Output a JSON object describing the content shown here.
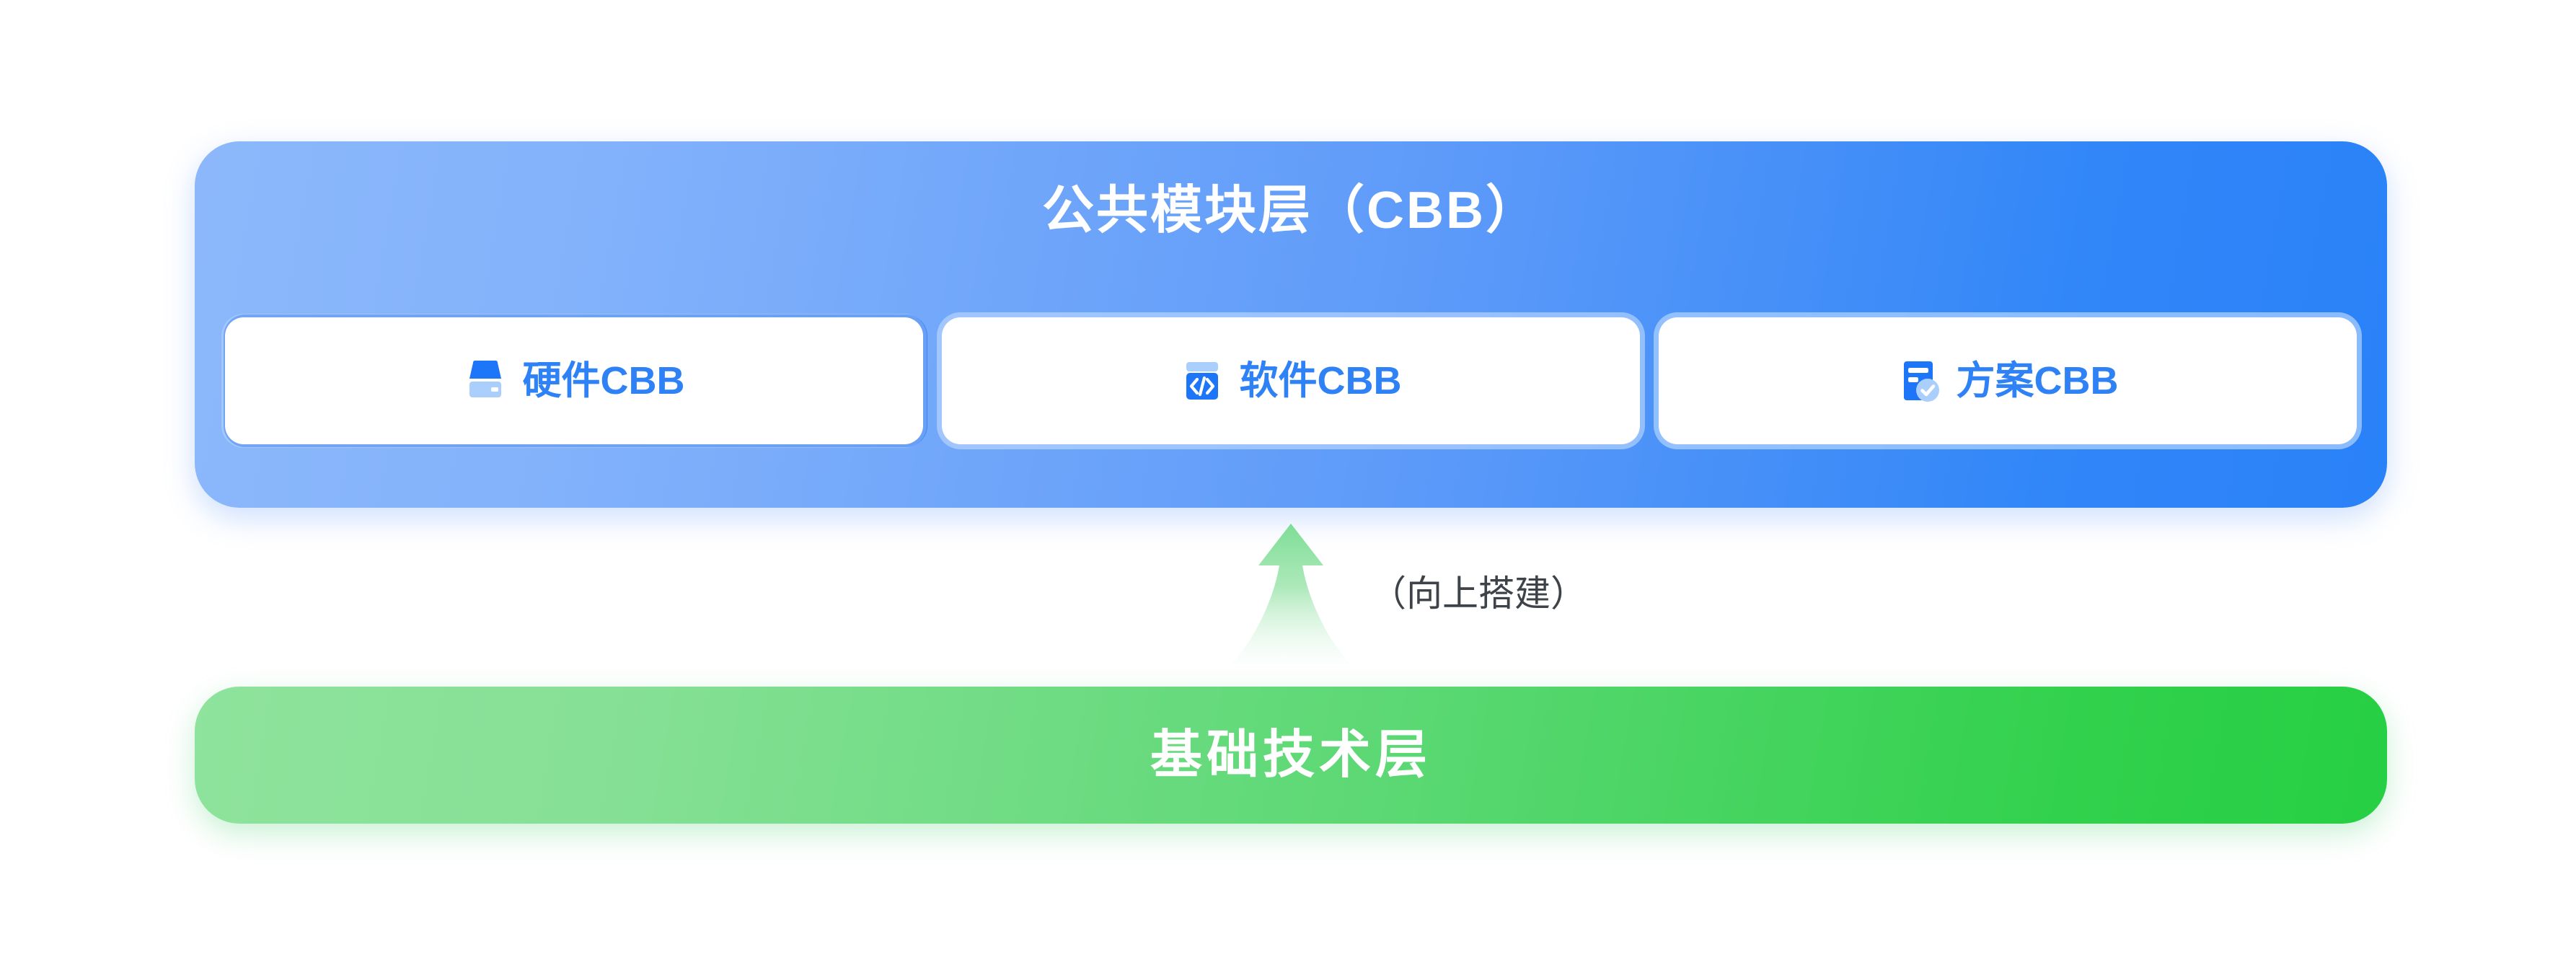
{
  "diagram": {
    "upper_layer": {
      "title": "公共模块层（CBB）",
      "cards": [
        {
          "label": "硬件CBB",
          "icon": "server-hardware-icon"
        },
        {
          "label": "软件CBB",
          "icon": "code-window-icon"
        },
        {
          "label": "方案CBB",
          "icon": "document-check-icon"
        }
      ]
    },
    "connector": {
      "icon": "up-arrow-icon",
      "note": "（向上搭建）"
    },
    "lower_layer": {
      "title": "基础技术层"
    },
    "colors": {
      "blue_light": "#8cb8fb",
      "blue_dark": "#2a82f8",
      "green_light": "#8fe39c",
      "green_dark": "#26cf43",
      "card_text": "#2f82f6",
      "note_text": "#3d4348",
      "arrow_green": "#7ddd95",
      "icon_blue": "#1d76f7",
      "icon_blue_light": "#aacffc"
    }
  }
}
